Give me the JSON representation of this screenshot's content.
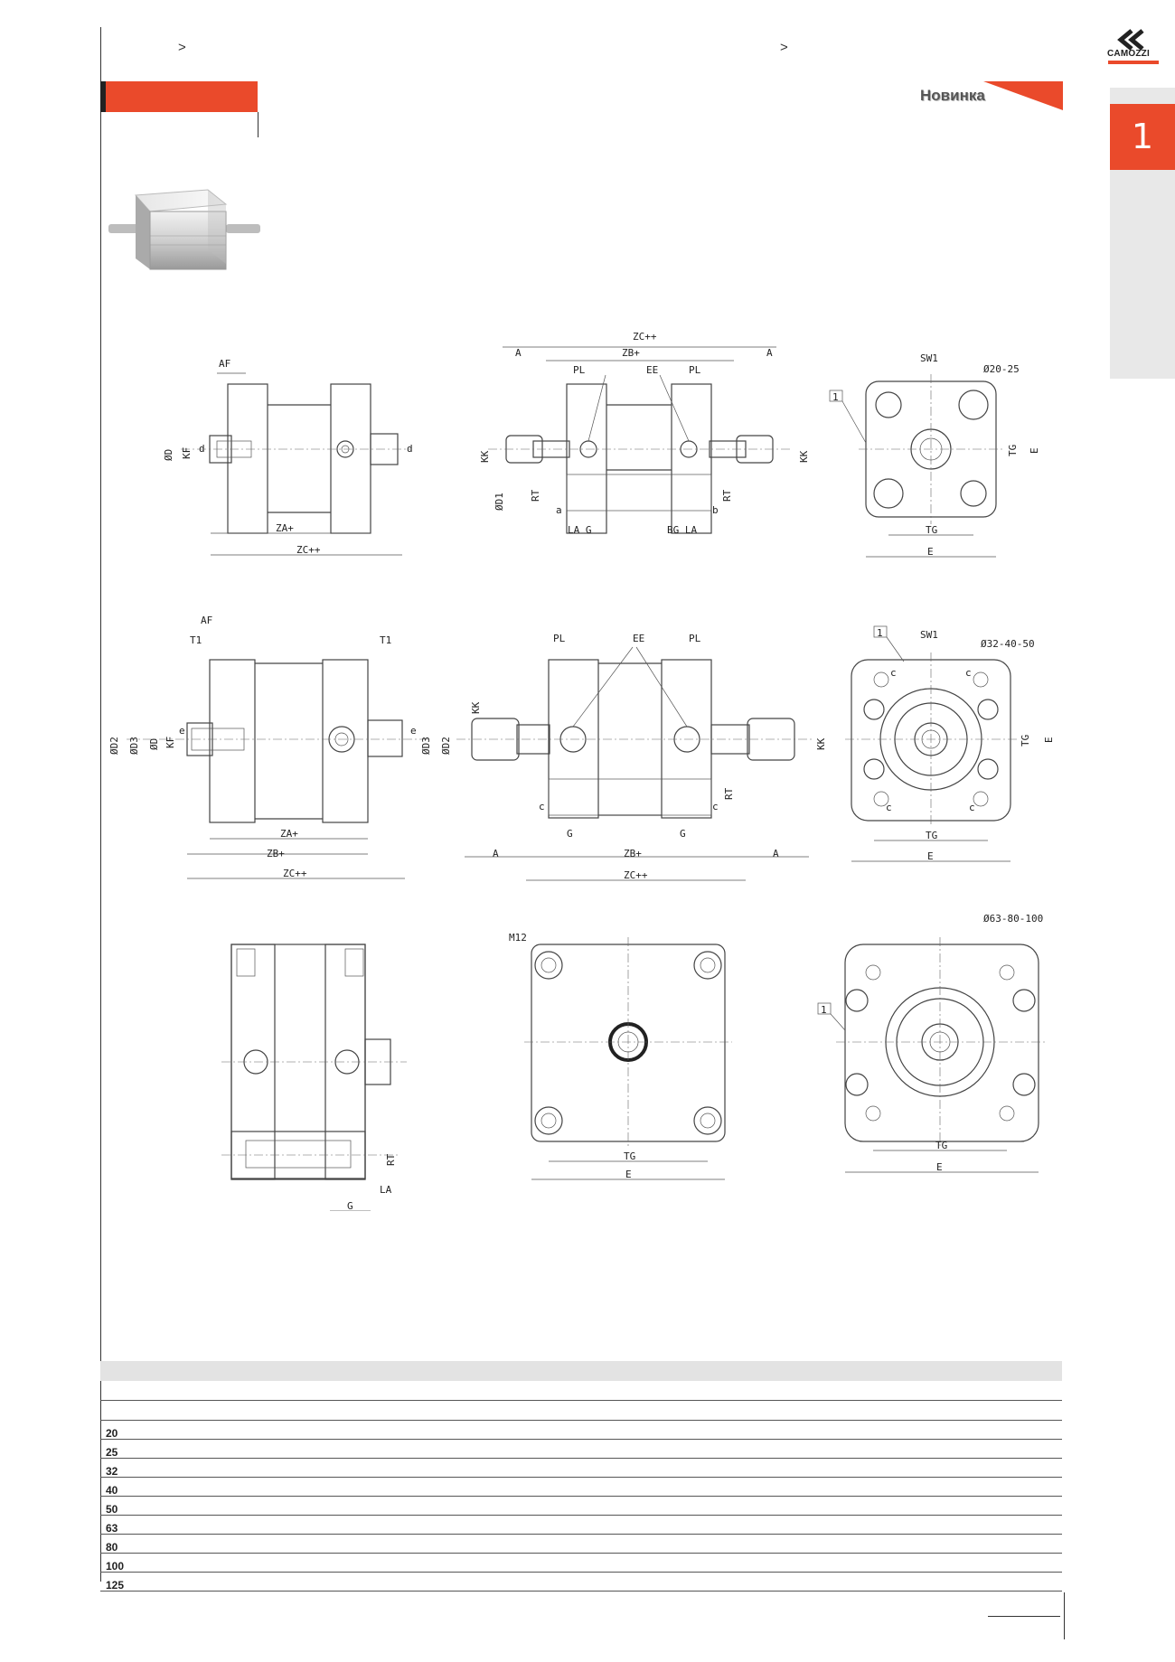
{
  "header": {
    "crumb_left": ">",
    "crumb_right": ">",
    "new_badge": "Новинка",
    "brand": "CAMOZZI",
    "section_number": "1"
  },
  "drawing_labels": {
    "af": "AF",
    "d_symbol": "ØD",
    "kf": "KF",
    "d_small": "d",
    "za": "ZA+",
    "zb": "ZB+",
    "zc": "ZC++",
    "a": "A",
    "pl": "PL",
    "ee": "EE",
    "kk": "KK",
    "d1": "ØD1",
    "rt": "RT",
    "la": "LA",
    "g": "G",
    "bg": "BG",
    "sw1": "SW1",
    "dia_20_25": "Ø20-25",
    "dia_32_40_50": "Ø32-40-50",
    "dia_63_80_100": "Ø63-80-100",
    "tg": "TG",
    "e": "E",
    "t1": "T1",
    "d2": "ØD2",
    "d3": "ØD3",
    "e_small": "e",
    "m12": "M12",
    "a_small": "a",
    "b_small": "b",
    "c_small": "c",
    "callout_1": "1"
  },
  "table": {
    "rows": [
      "20",
      "25",
      "32",
      "40",
      "50",
      "63",
      "80",
      "100",
      "125"
    ]
  }
}
